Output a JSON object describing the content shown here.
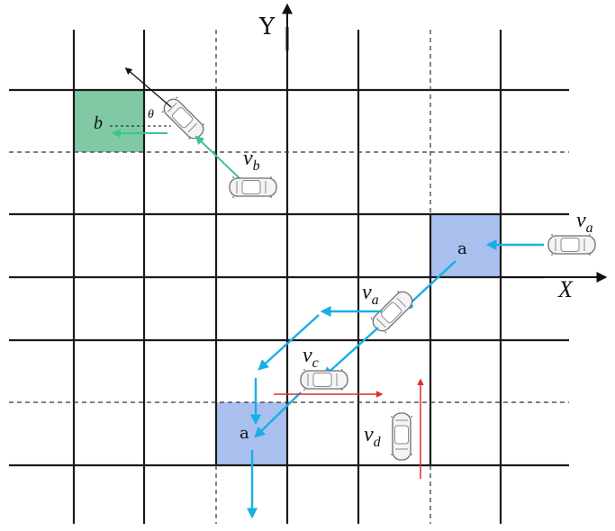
{
  "axes": {
    "y_label": "Y",
    "x_label": "X"
  },
  "cells": {
    "b_label": "b",
    "a_label_top": "a",
    "a_label_bottom": "a"
  },
  "labels": {
    "theta": "θ",
    "v_b": {
      "base": "v",
      "sub": "b"
    },
    "v_a_right": {
      "base": "v",
      "sub": "a"
    },
    "v_a_mid": {
      "base": "v",
      "sub": "a"
    },
    "v_c": {
      "base": "v",
      "sub": "c"
    },
    "v_d": {
      "base": "v",
      "sub": "d"
    }
  },
  "colors": {
    "grid": "#1a1a1a",
    "dashed": "#333333",
    "cell_b": "#80c9a4",
    "cell_a": "#a9c0ef",
    "arrow_blue": "#1aaee6",
    "arrow_green": "#3ec48a",
    "arrow_red": "#e52b2b",
    "car_body": "#f4f4f4",
    "car_outline": "#6e6e6e"
  },
  "icons": {
    "vehicle": "car-icon"
  }
}
